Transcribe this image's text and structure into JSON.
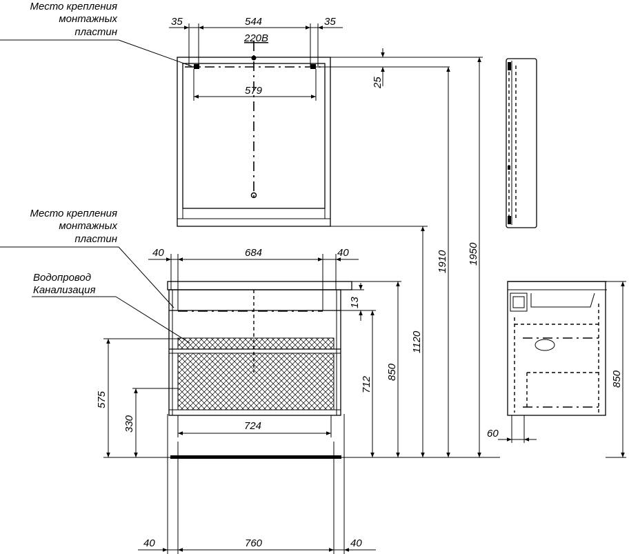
{
  "labels": {
    "mirror_mount_line1": "Место крепления",
    "mirror_mount_line2": "монтажных",
    "mirror_mount_line3": "пластин",
    "cabinet_mount_line1": "Место крепления",
    "cabinet_mount_line2": "монтажных",
    "cabinet_mount_line3": "пластин",
    "water_line1": "Водопровод",
    "water_line2": "Канализация",
    "power": "220В"
  },
  "dimensions": {
    "mirror_left_offset": "35",
    "mirror_plate_span": "544",
    "mirror_right_offset": "35",
    "mirror_inner_width": "579",
    "mirror_top_offset": "25",
    "cab_left_offset": "40",
    "cab_plate_span": "684",
    "cab_right_offset": "40",
    "cab_top_gap": "13",
    "cab_drawer_width": "724",
    "cab_bottom_left_offset": "40",
    "cab_total_width": "760",
    "cab_bottom_right_offset": "40",
    "height_water": "575",
    "height_drain": "330",
    "height_plate": "712",
    "height_cabinet": "850",
    "height_mirror_low": "1120",
    "height_mirror_plate": "1910",
    "height_mirror_top": "1950",
    "side_height": "850",
    "side_offset": "60"
  },
  "colors": {
    "line": "#000000",
    "background": "#ffffff"
  }
}
